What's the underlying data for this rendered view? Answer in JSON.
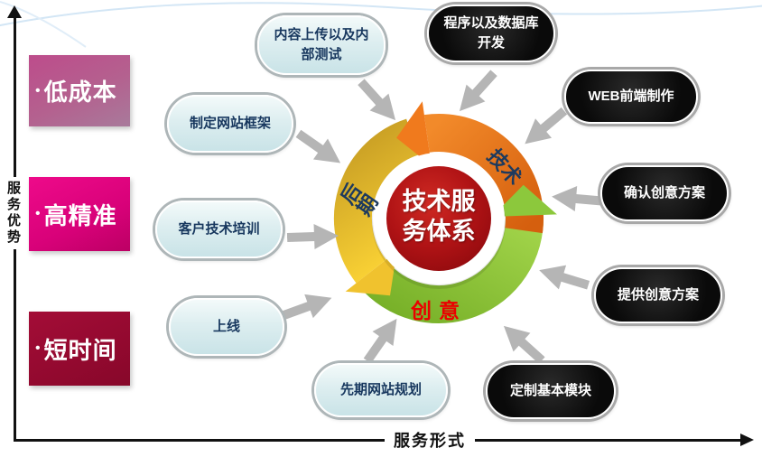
{
  "axes": {
    "y_axis_label": "服务优势",
    "x_axis_label": "服务形式",
    "color": "#111111"
  },
  "advantages": [
    {
      "bullet": "•",
      "label": "低成本",
      "color": "#bd4c8b"
    },
    {
      "bullet": "•",
      "label": "高精准",
      "color": "#e4007f"
    },
    {
      "bullet": "•",
      "label": "短时间",
      "color": "#960c32"
    }
  ],
  "center_circle": {
    "line1": "技术服",
    "line2": "务体系",
    "color": "#a60f12",
    "text_color": "#ffffff"
  },
  "ring": {
    "segments": [
      {
        "label": "技术",
        "color_start": "#f28a2a",
        "color_end": "#d55f0e",
        "tip_color": "#f07a1d",
        "label_color": "#1d3a5e"
      },
      {
        "label": "创意",
        "color_start": "#a3d54b",
        "color_end": "#77b028",
        "tip_color": "#8cc83c",
        "label_color": "#ea0000"
      },
      {
        "label": "后期",
        "color_start": "#c79d24",
        "color_end": "#f8d034",
        "tip_color": "#f0c22e",
        "label_color": "#1d3a5e"
      }
    ]
  },
  "process_bubbles": {
    "cyan": [
      {
        "label": "内容上传以及内部测试"
      },
      {
        "label": "制定网站框架"
      },
      {
        "label": "客户技术培训"
      },
      {
        "label": "上线"
      },
      {
        "label": "先期网站规划"
      }
    ],
    "black": [
      {
        "label": "程序以及数据库开发"
      },
      {
        "label": "WEB前端制作"
      },
      {
        "label": "确认创意方案"
      },
      {
        "label": "提供创意方案"
      },
      {
        "label": "定制基本模块"
      }
    ]
  },
  "colors": {
    "arrow": "#b5b5b5",
    "cyan_bubble_text": "#17375e",
    "decorative_curve": "#d3e6f5"
  }
}
